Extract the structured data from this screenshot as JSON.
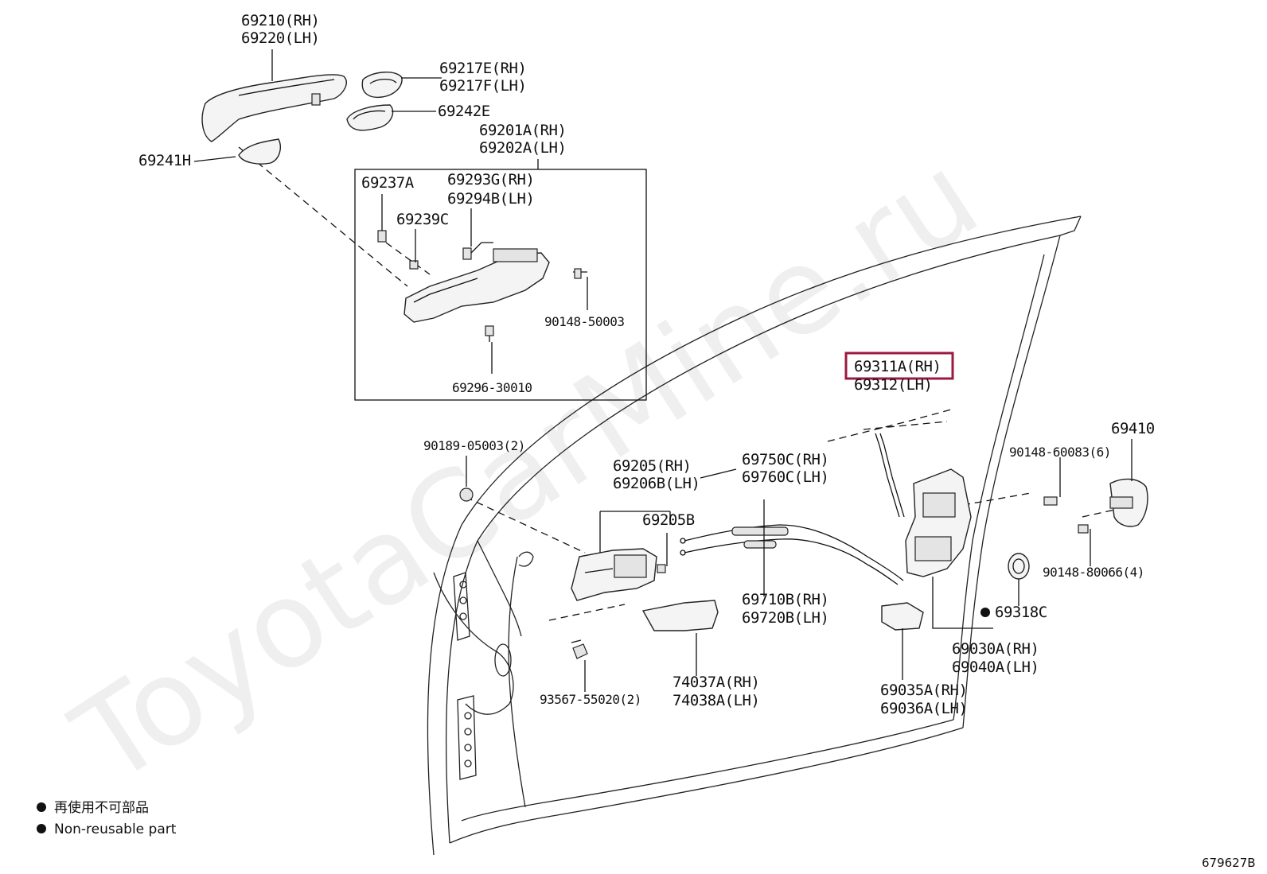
{
  "diagram": {
    "diagram_number": "679627B",
    "watermark": "ToyotaCarMine.ru",
    "highlighted_part": "69311A(RH)",
    "legend": [
      {
        "symbol": "●",
        "text": "再使用不可部品"
      },
      {
        "symbol": "●",
        "text": "Non-reusable part"
      }
    ],
    "parts": {
      "p1": [
        "69210(RH)",
        "69220(LH)"
      ],
      "p2": [
        "69217E(RH)",
        "69217F(LH)"
      ],
      "p3": [
        "69242E"
      ],
      "p4": [
        "69201A(RH)",
        "69202A(LH)"
      ],
      "p5": [
        "69241H"
      ],
      "p6": [
        "69237A"
      ],
      "p7": [
        "69293G(RH)",
        "69294B(LH)"
      ],
      "p8": [
        "69239C"
      ],
      "p9": [
        "90148-50003"
      ],
      "p10": [
        "69296-30010"
      ],
      "p11": [
        "69311A(RH)",
        "69312(LH)"
      ],
      "p12": [
        "69410"
      ],
      "p13": [
        "90148-60083(6)"
      ],
      "p14": [
        "90189-05003(2)"
      ],
      "p15": [
        "69205(RH)",
        "69206B(LH)"
      ],
      "p16": [
        "69750C(RH)",
        "69760C(LH)"
      ],
      "p17": [
        "69205B"
      ],
      "p18": [
        "90148-80066(4)"
      ],
      "p19": [
        "69318C"
      ],
      "p20": [
        "69710B(RH)",
        "69720B(LH)"
      ],
      "p21": [
        "69030A(RH)",
        "69040A(LH)"
      ],
      "p22": [
        "74037A(RH)",
        "74038A(LH)"
      ],
      "p23": [
        "93567-55020(2)"
      ],
      "p24": [
        "69035A(RH)",
        "69036A(LH)"
      ]
    }
  }
}
